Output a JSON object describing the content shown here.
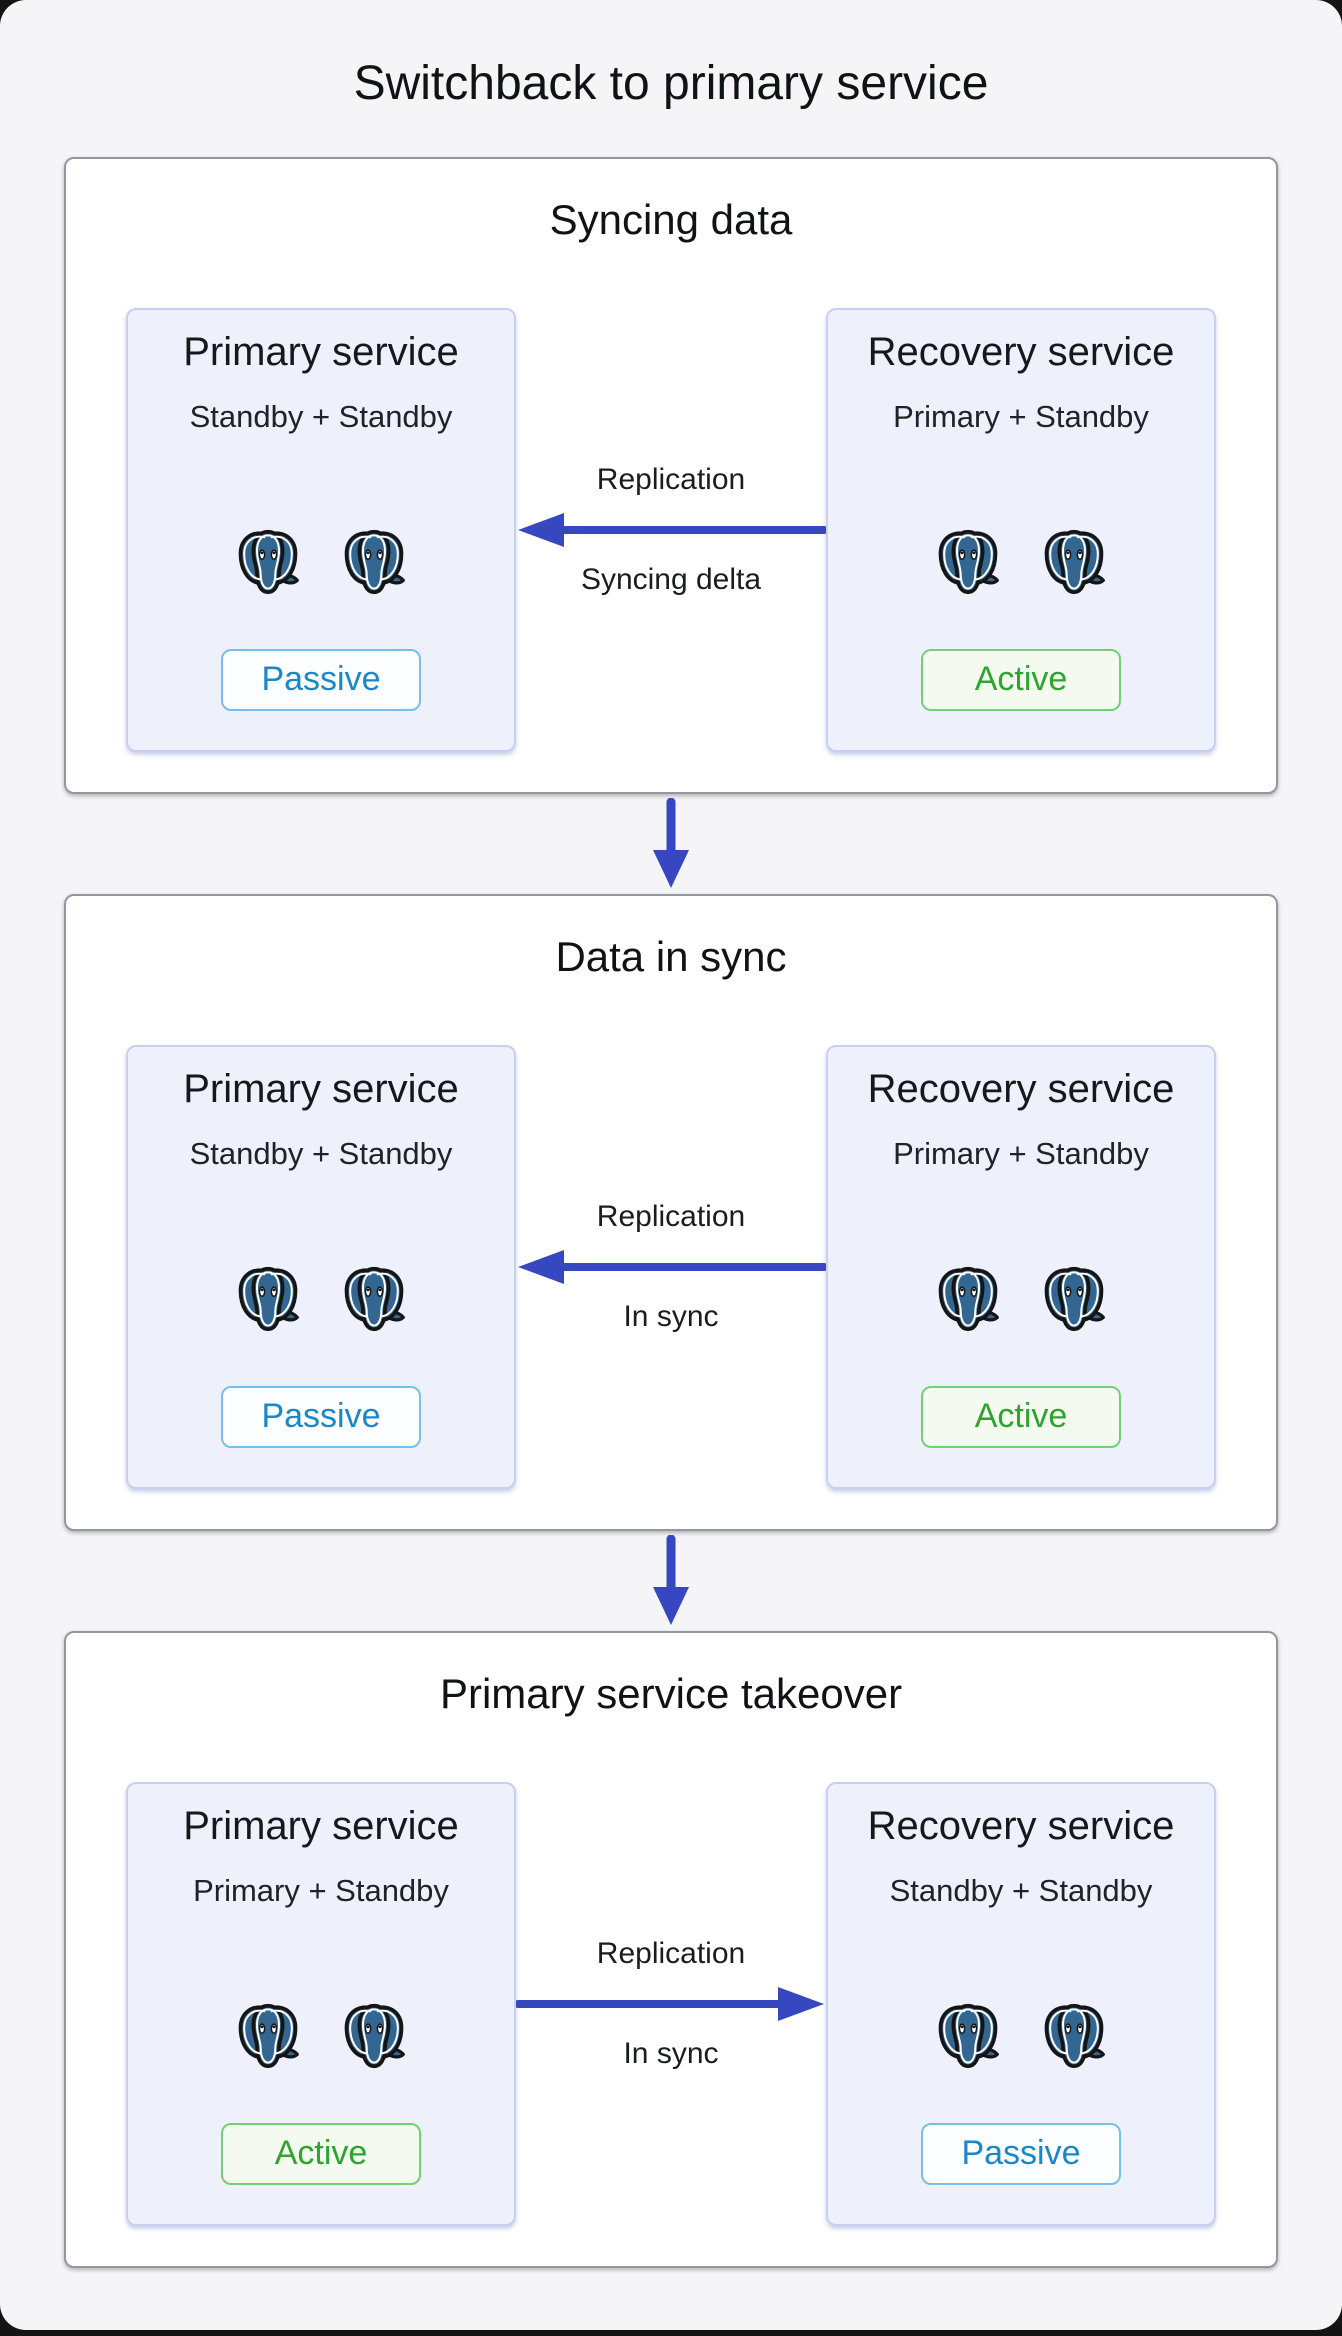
{
  "page": {
    "title": "Switchback to primary service"
  },
  "colors": {
    "page_background": "#f5f5f7",
    "stage_background": "#ffffff",
    "stage_border": "#9298a2",
    "card_background": "#eef1fb",
    "card_border": "#c7d0f0",
    "arrow_blue": "#3747c0",
    "postgres_blue": "#336791",
    "active_green": "#2da52d",
    "passive_blue": "#1b87cb"
  },
  "icons": {
    "database": "postgresql-elephant-icon"
  },
  "sections": [
    {
      "title": "Syncing data",
      "left_card": {
        "title": "Primary service",
        "subtitle": "Standby + Standby",
        "badge": "Passive"
      },
      "arrow": {
        "direction": "left",
        "label_top": "Replication",
        "label_bottom": "Syncing delta"
      },
      "right_card": {
        "title": "Recovery service",
        "subtitle": "Primary + Standby",
        "badge": "Active"
      }
    },
    {
      "title": "Data in sync",
      "left_card": {
        "title": "Primary service",
        "subtitle": "Standby + Standby",
        "badge": "Passive"
      },
      "arrow": {
        "direction": "left",
        "label_top": "Replication",
        "label_bottom": "In sync"
      },
      "right_card": {
        "title": "Recovery service",
        "subtitle": "Primary + Standby",
        "badge": "Active"
      }
    },
    {
      "title": "Primary service takeover",
      "left_card": {
        "title": "Primary service",
        "subtitle": "Primary + Standby",
        "badge": "Active"
      },
      "arrow": {
        "direction": "right",
        "label_top": "Replication",
        "label_bottom": "In sync"
      },
      "right_card": {
        "title": "Recovery service",
        "subtitle": "Standby + Standby",
        "badge": "Passive"
      }
    }
  ]
}
